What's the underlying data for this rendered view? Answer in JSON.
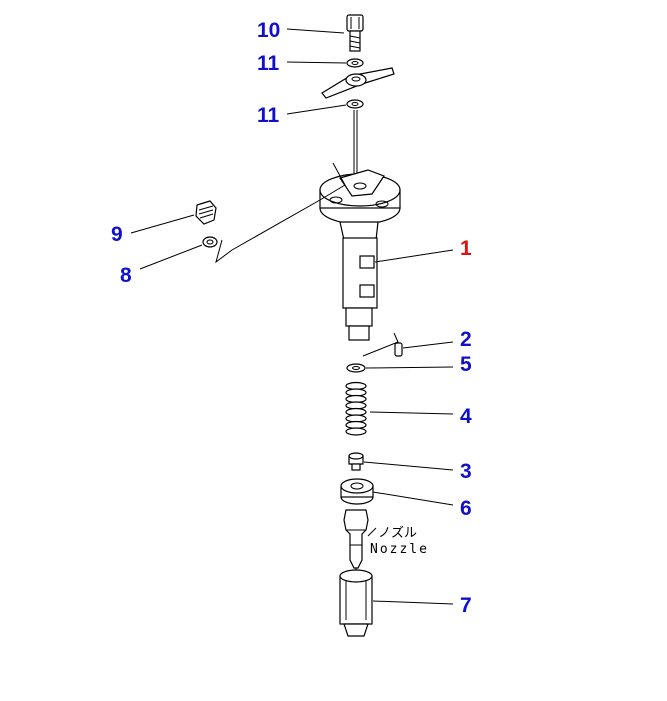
{
  "diagram": {
    "callout_color": "#1010c8",
    "highlight_color": "#e01010",
    "callouts": [
      {
        "id": "10",
        "label": "10"
      },
      {
        "id": "11a",
        "label": "11"
      },
      {
        "id": "11b",
        "label": "11"
      },
      {
        "id": "9",
        "label": "9"
      },
      {
        "id": "8",
        "label": "8"
      },
      {
        "id": "1",
        "label": "1",
        "highlighted": true
      },
      {
        "id": "2",
        "label": "2"
      },
      {
        "id": "5",
        "label": "5"
      },
      {
        "id": "4",
        "label": "4"
      },
      {
        "id": "3",
        "label": "3"
      },
      {
        "id": "6",
        "label": "6"
      },
      {
        "id": "7",
        "label": "7"
      }
    ],
    "nozzle_note": {
      "jp": "ノズル",
      "en": "Nozzle"
    }
  }
}
